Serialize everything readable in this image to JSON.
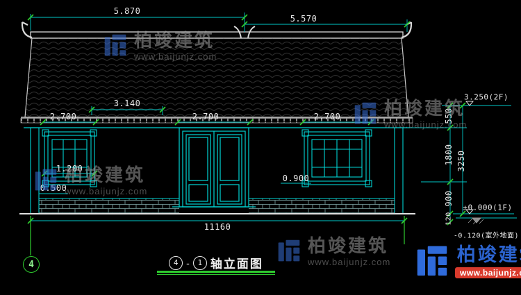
{
  "colors": {
    "background": "#000000",
    "cad_line": "#00d4d4",
    "outline": "#d8d8d8",
    "green": "#2ecc2e",
    "text": "#e8e8e8",
    "brand_blue": "#2b63cf",
    "brand_red": "#d93a2c"
  },
  "dims": {
    "top_left_width": "5.870",
    "top_right_width": "5.570",
    "mid_width": "3.140",
    "opening_left": "2.700",
    "opening_center": "2.700",
    "opening_right": "2.700",
    "window_left_width": "1.200",
    "sill_left": "0.500",
    "sill_right": "0.900",
    "total_width": "11160",
    "level_2f": "3.250(2F)",
    "seg_550": "550",
    "seg_1800": "1800",
    "seg_3250": "3250",
    "seg_900": "900",
    "seg_120": "120",
    "level_1f": "±0.000(1F)",
    "level_ground": "-0.120(室外地面)"
  },
  "title": {
    "axis_start": "4",
    "separator": "-",
    "axis_end": "1",
    "name": "轴立面图"
  },
  "axis_bubble": {
    "label": "4"
  },
  "watermark": {
    "brand": "柏竣建筑",
    "url": "www.baijunjz.com"
  }
}
